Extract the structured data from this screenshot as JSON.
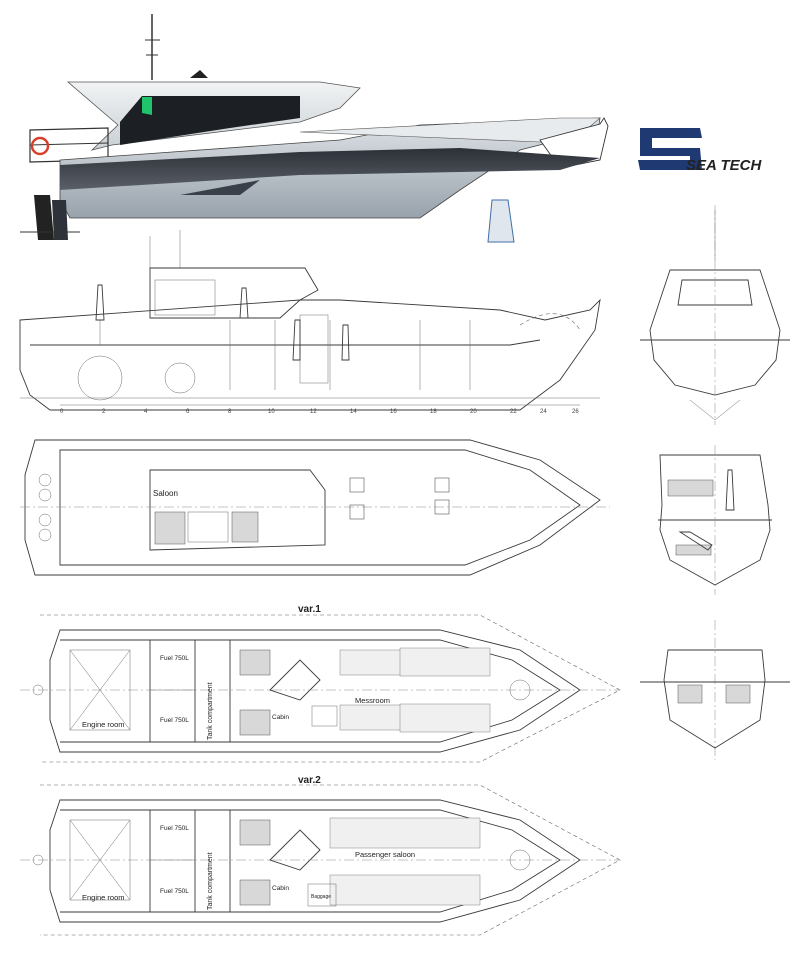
{
  "logo": {
    "mark": "St",
    "name": "SEA TECH",
    "color": "#1f3a73"
  },
  "colors": {
    "hull_dark": "#2b2f36",
    "hull_grey": "#bcc4cb",
    "superstructure": "#e4e8ea",
    "glass": "#1c1f24",
    "nav_light": "#1fc46b"
  },
  "frame_numbers": [
    "0",
    "2",
    "4",
    "6",
    "8",
    "10",
    "12",
    "14",
    "16",
    "18",
    "20",
    "22",
    "24",
    "26"
  ],
  "deck_plan": {
    "room_label": "Saloon"
  },
  "variants": [
    {
      "title": "var.1",
      "labels": {
        "engine_room": "Engine room",
        "fuel_upper": "Fuel 750L",
        "fuel_lower": "Fuel 750L",
        "tank": "Tank compartment",
        "cabin": "Cabin",
        "saloon": "Messroom"
      }
    },
    {
      "title": "var.2",
      "labels": {
        "engine_room": "Engine room",
        "fuel_upper": "Fuel 750L",
        "fuel_lower": "Fuel 750L",
        "tank": "Tank compartment",
        "cabin": "Cabin",
        "saloon": "Passenger saloon",
        "baggage": "Baggage"
      }
    }
  ]
}
